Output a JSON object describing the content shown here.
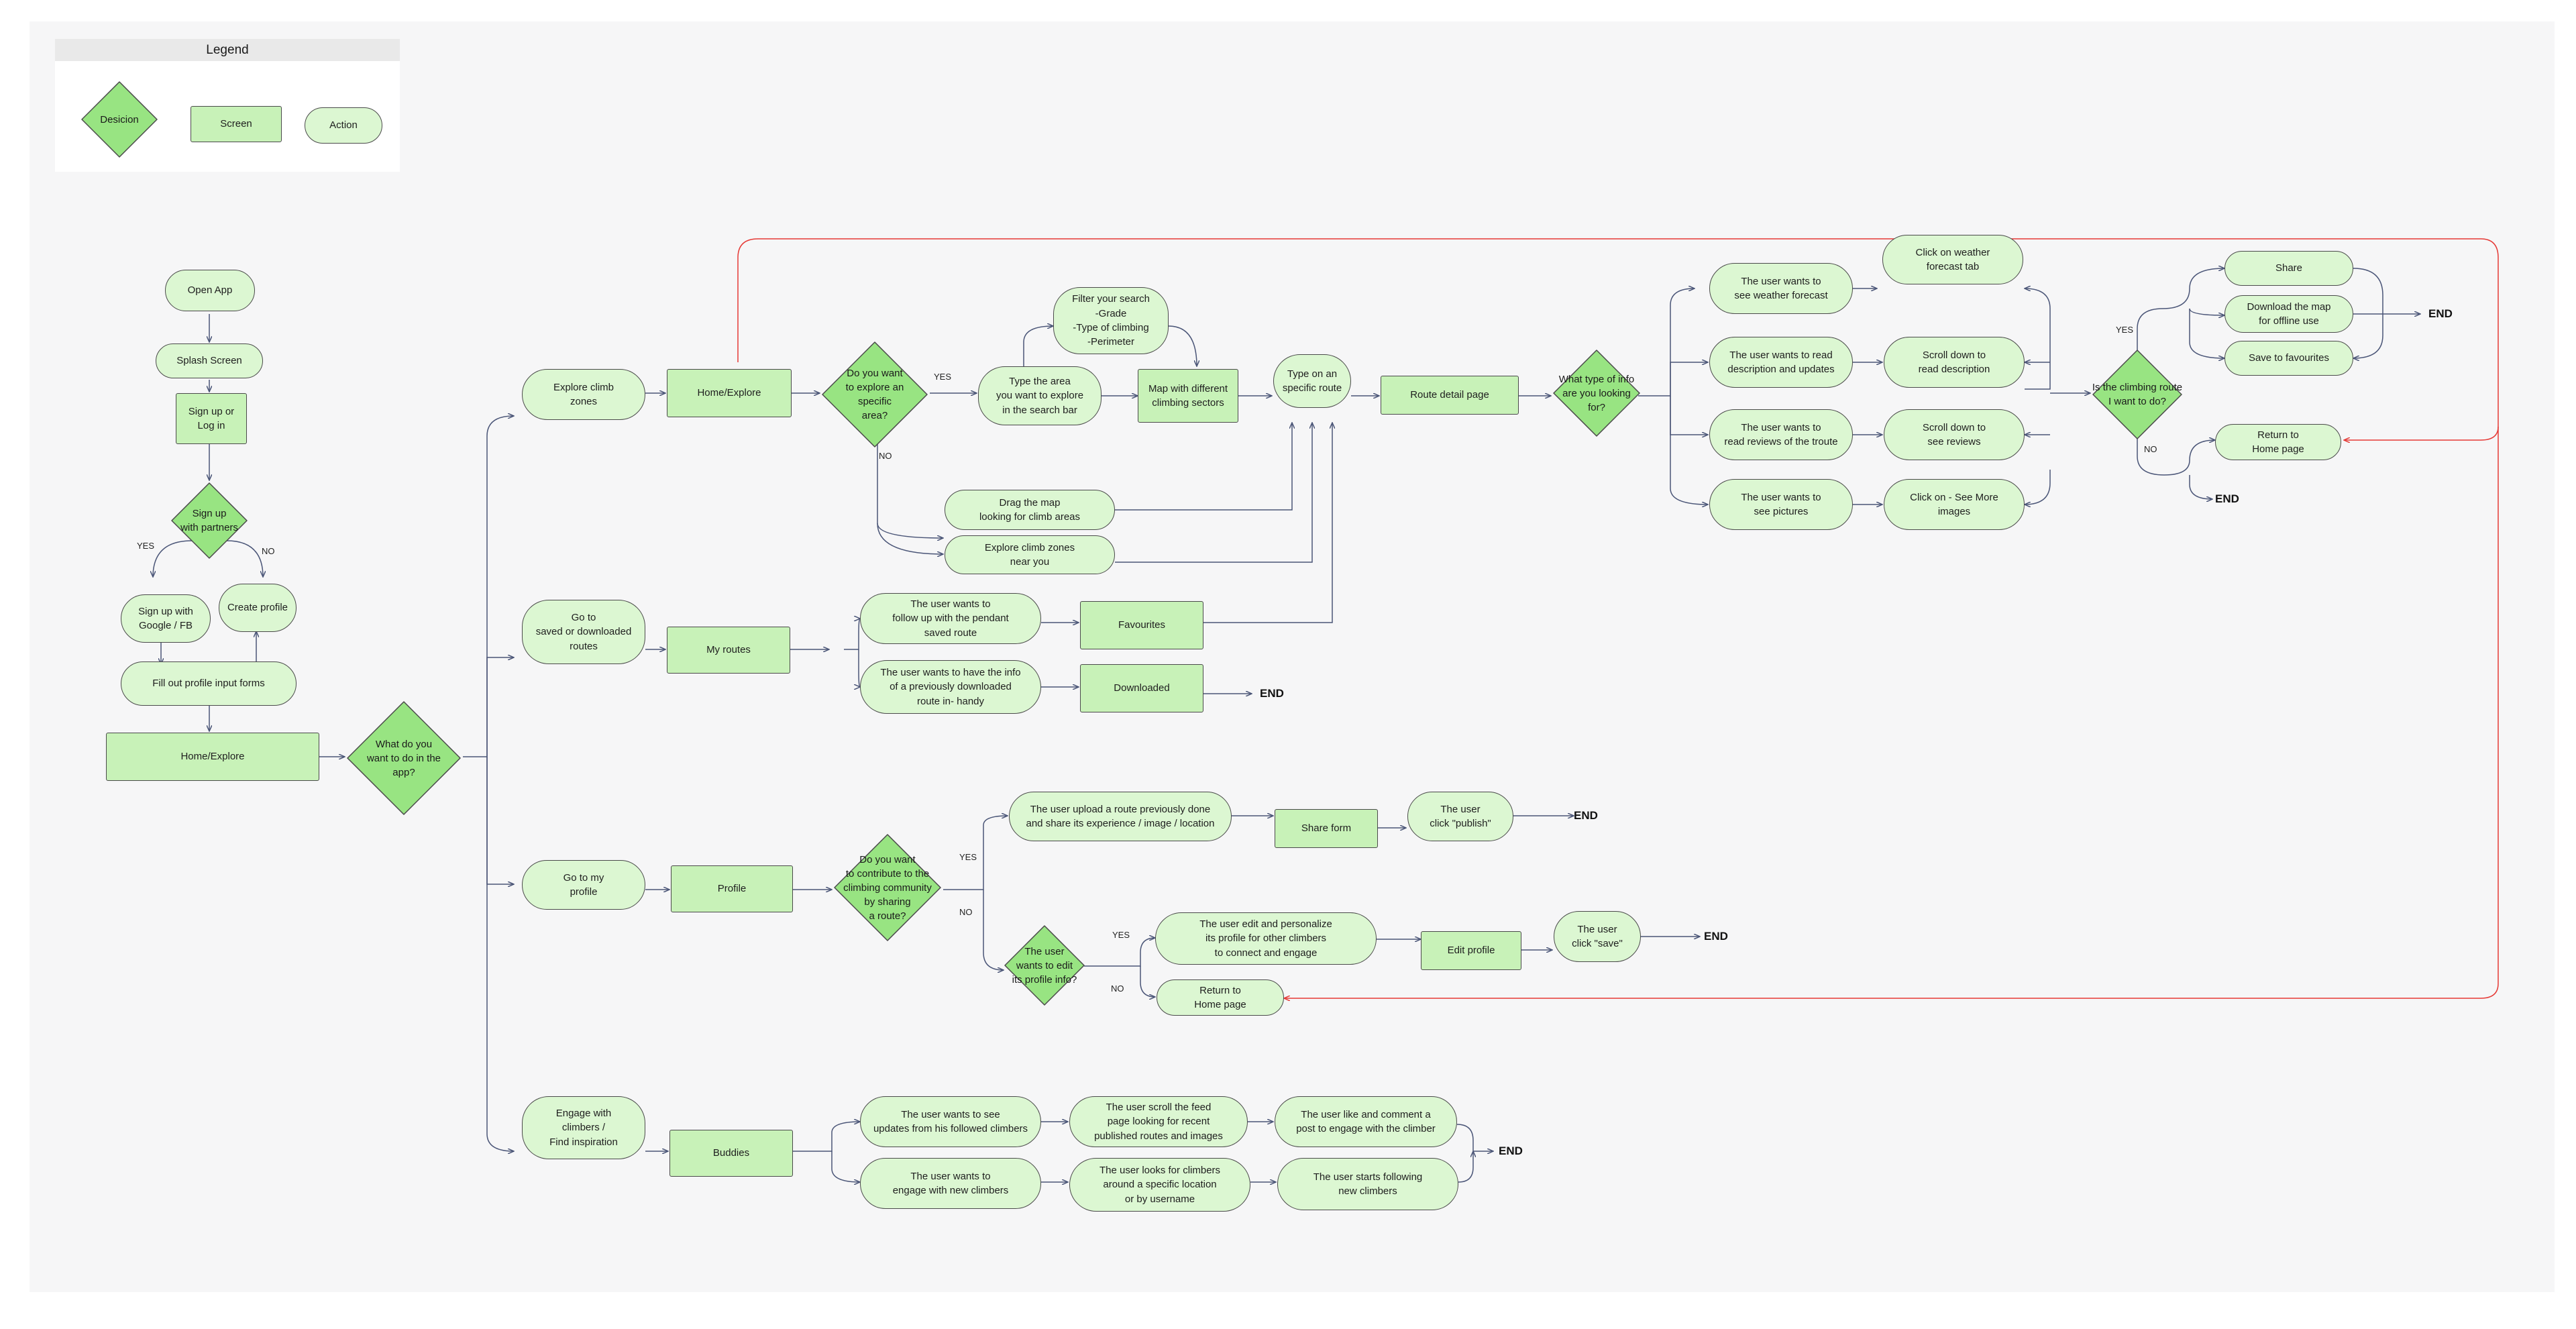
{
  "legend": {
    "title": "Legend",
    "decision": "Desicion",
    "screen": "Screen",
    "action": "Action"
  },
  "nodes": {
    "open_app": "Open App",
    "splash": "Splash Screen",
    "signup_login": "Sign up or\nLog in",
    "signup_partners": "Sign up\nwith partners",
    "signup_google": "Sign up with\nGoogle / FB",
    "create_profile": "Create profile",
    "fill_profile": "Fill out profile input forms",
    "home_left": "Home/Explore",
    "what_do": "What do you\nwant to do in the\napp?",
    "explore_zones": "Explore climb\nzones",
    "home_explore": "Home/Explore",
    "explore_area": "Do you want\nto explore an\nspecific\narea?",
    "type_area": "Type the area\nyou want to explore\nin the search bar",
    "filter": "Filter your search\n-Grade\n-Type of climbing\n-Perimeter",
    "map_sectors": "Map with different\nclimbing sectors",
    "drag_map": "Drag the map\nlooking for climb areas",
    "explore_near": "Explore climb zones\nnear you",
    "type_route": "Type on an\nspecific route",
    "route_detail": "Route detail page",
    "info_type": "What type of info\nare you looking\nfor?",
    "see_weather": "The user wants to\nsee weather forecast",
    "read_desc": "The user wants to read\ndescription and updates",
    "read_reviews": "The user wants to\nread reviews of the troute",
    "see_pics": "The user wants to\nsee pictures",
    "click_weather": "Click on weather\nforecast tab",
    "scroll_desc": "Scroll down to\nread description",
    "scroll_reviews": "Scroll down to\nsee reviews",
    "click_more": "Click on - See More\nimages",
    "route_do": "Is the climbing route\nI want to do?",
    "share": "Share",
    "download_map": "Download the map\nfor offline use",
    "save_fav": "Save to favourites",
    "return_home1": "Return to\nHome page",
    "go_saved": "Go to\nsaved or downloaded\nroutes",
    "my_routes": "My routes",
    "follow_up": "The user wants to\nfollow up with the pendant\nsaved route",
    "have_info": "The user wants to have the info\nof a previously downloaded\nroute in- handy",
    "favourites": "Favourites",
    "downloaded": "Downloaded",
    "go_profile": "Go to my\nprofile",
    "profile": "Profile",
    "contribute": "Do you want\nto contribute to the\nclimbing community\nby sharing\na route?",
    "upload_route": "The user upload a route previously done\nand share its experience / image / location",
    "share_form": "Share form",
    "click_publish": "The user\nclick \"publish\"",
    "edit_info": "The user\nwants to edit\nits profile info?",
    "edit_personalize": "The user edit and personalize\nits profile for other climbers\nto connect and engage",
    "edit_profile": "Edit profile",
    "click_save": "The user\nclick \"save\"",
    "return_home2": "Return to\nHome page",
    "engage": "Engage with\nclimbers /\nFind inspiration",
    "buddies": "Buddies",
    "see_updates": "The user wants to see\nupdates from his followed climbers",
    "engage_new": "The user wants to\nengage with new climbers",
    "scroll_feed": "The user scroll the feed\npage looking for recent\npublished routes and images",
    "look_climbers": "The user looks for climbers\naround a specific location\nor by username",
    "like_comment": "The user like and comment a\npost to engage with the climber",
    "start_following": "The user starts following\nnew climbers"
  },
  "labels": {
    "yes": "YES",
    "no": "NO",
    "end": "END"
  },
  "colors": {
    "canvas": "#f6f6f7",
    "action_fill": "#dcf7d2",
    "screen_fill": "#c8f2b8",
    "decision_fill": "#98e482",
    "connector": "#4a5577",
    "return_connector": "#e53935"
  }
}
